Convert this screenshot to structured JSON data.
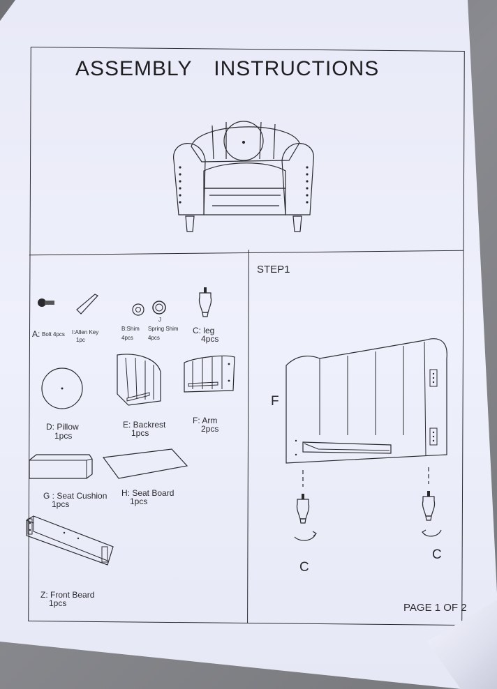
{
  "title": "ASSEMBLY   INSTRUCTIONS",
  "parts": {
    "a": {
      "label": "A:",
      "name": "Bolt 4pcs"
    },
    "i": {
      "name": "I:Allen Key",
      "qty": "1pc"
    },
    "b": {
      "name": "B:Shim",
      "qty": "4pcs"
    },
    "j": {
      "letter": "J",
      "name": "Spring Shim",
      "qty": "4pcs"
    },
    "c": {
      "name": "C: leg",
      "qty": "4pcs"
    },
    "d": {
      "name": "D: Pillow",
      "qty": "1pcs"
    },
    "e": {
      "name": "E: Backrest",
      "qty": "1pcs"
    },
    "f": {
      "name": "F: Arm",
      "qty": "2pcs"
    },
    "g": {
      "name": "G : Seat Cushion",
      "qty": "1pcs"
    },
    "h": {
      "name": "H: Seat Board",
      "qty": "1pcs"
    },
    "z": {
      "name": "Z: Front Beard",
      "qty": "1pcs"
    }
  },
  "step1": {
    "title": "STEP1",
    "part_label": "F",
    "leg_label_left": "C",
    "leg_label_right": "C"
  },
  "footer": {
    "page": "PAGE 1 OF 2"
  }
}
